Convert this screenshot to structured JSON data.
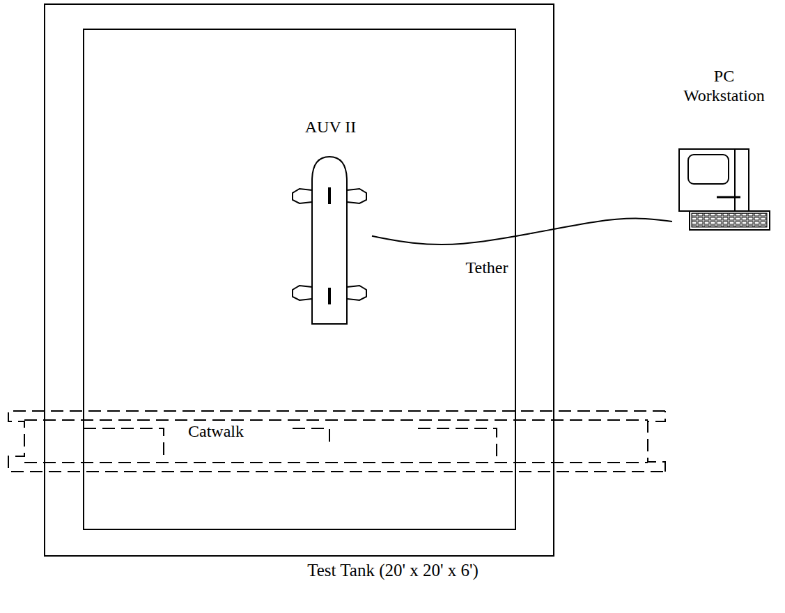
{
  "diagram": {
    "nodes": [
      {
        "text": [
          "Test Tank (20' x 20' x 6')"
        ]
      },
      {
        "text": [
          "AUV II"
        ],
        "in": 0
      },
      {
        "text": [
          "PC Workstation"
        ]
      },
      {
        "text": [
          "Catwalk"
        ]
      }
    ],
    "edges": [
      {
        "from": 1,
        "to": 2,
        "label": "Tether",
        "arrow": "none"
      }
    ]
  }
}
